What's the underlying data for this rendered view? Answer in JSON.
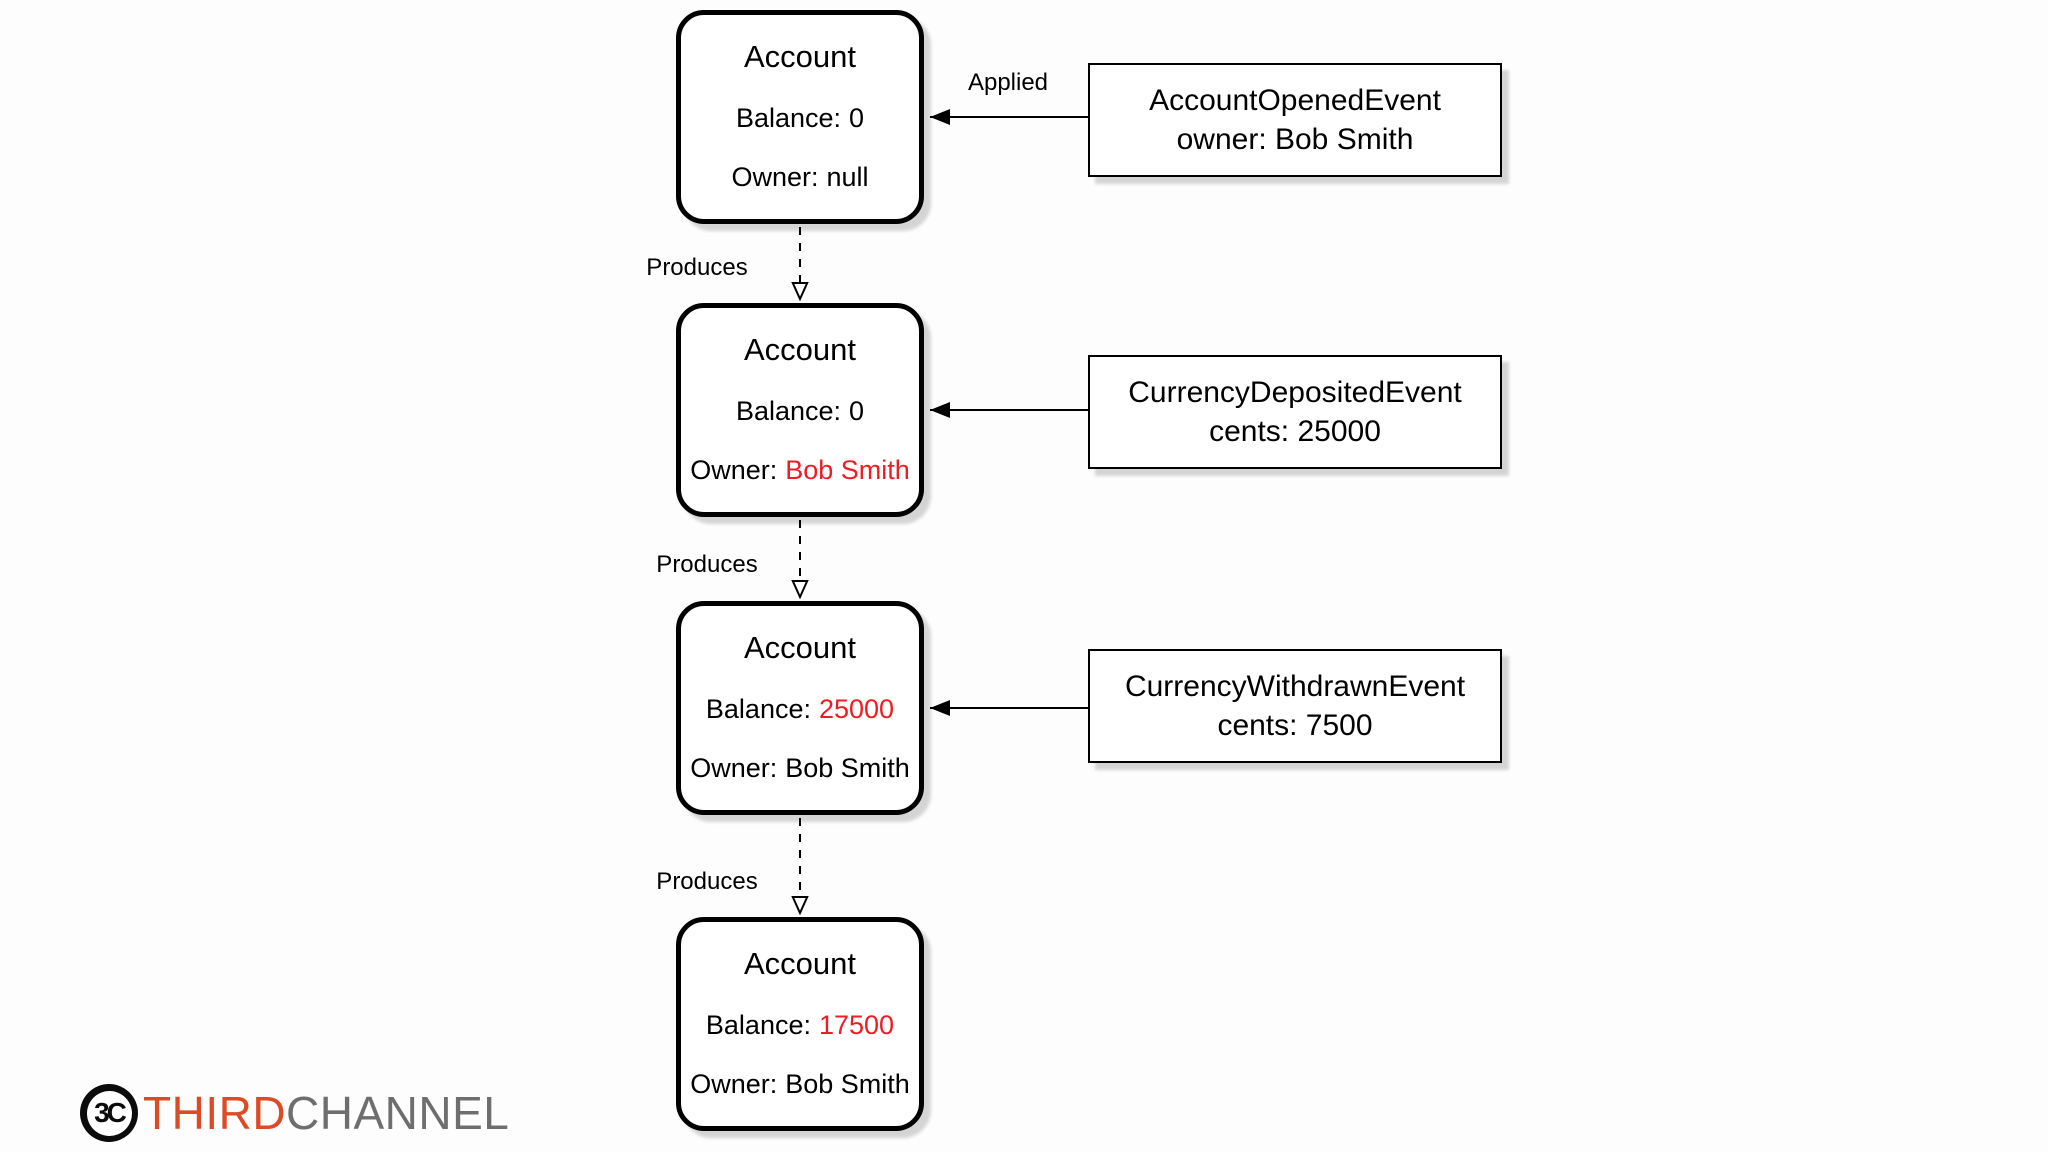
{
  "diagram": {
    "states": [
      {
        "title": "Account",
        "balance_label": "Balance:",
        "balance_value": "0",
        "owner_label": "Owner:",
        "owner_value": "null"
      },
      {
        "title": "Account",
        "balance_label": "Balance:",
        "balance_value": "0",
        "owner_label": "Owner:",
        "owner_value": "Bob Smith"
      },
      {
        "title": "Account",
        "balance_label": "Balance:",
        "balance_value": "25000",
        "owner_label": "Owner:",
        "owner_value": "Bob Smith"
      },
      {
        "title": "Account",
        "balance_label": "Balance:",
        "balance_value": "17500",
        "owner_label": "Owner:",
        "owner_value": "Bob Smith"
      }
    ],
    "events": [
      {
        "name": "AccountOpenedEvent",
        "detail": "owner: Bob Smith"
      },
      {
        "name": "CurrencyDepositedEvent",
        "detail": "cents: 25000"
      },
      {
        "name": "CurrencyWithdrawnEvent",
        "detail": "cents: 7500"
      }
    ],
    "edge_labels": {
      "applied": "Applied",
      "produces": "Produces"
    }
  },
  "branding": {
    "icon_text": "3C",
    "name_primary": "THIRD",
    "name_secondary": "CHANNEL"
  },
  "colors": {
    "highlight_red": "#ee1c23",
    "brand_orange": "#dd4a26",
    "brand_gray": "#6e6e6e"
  }
}
